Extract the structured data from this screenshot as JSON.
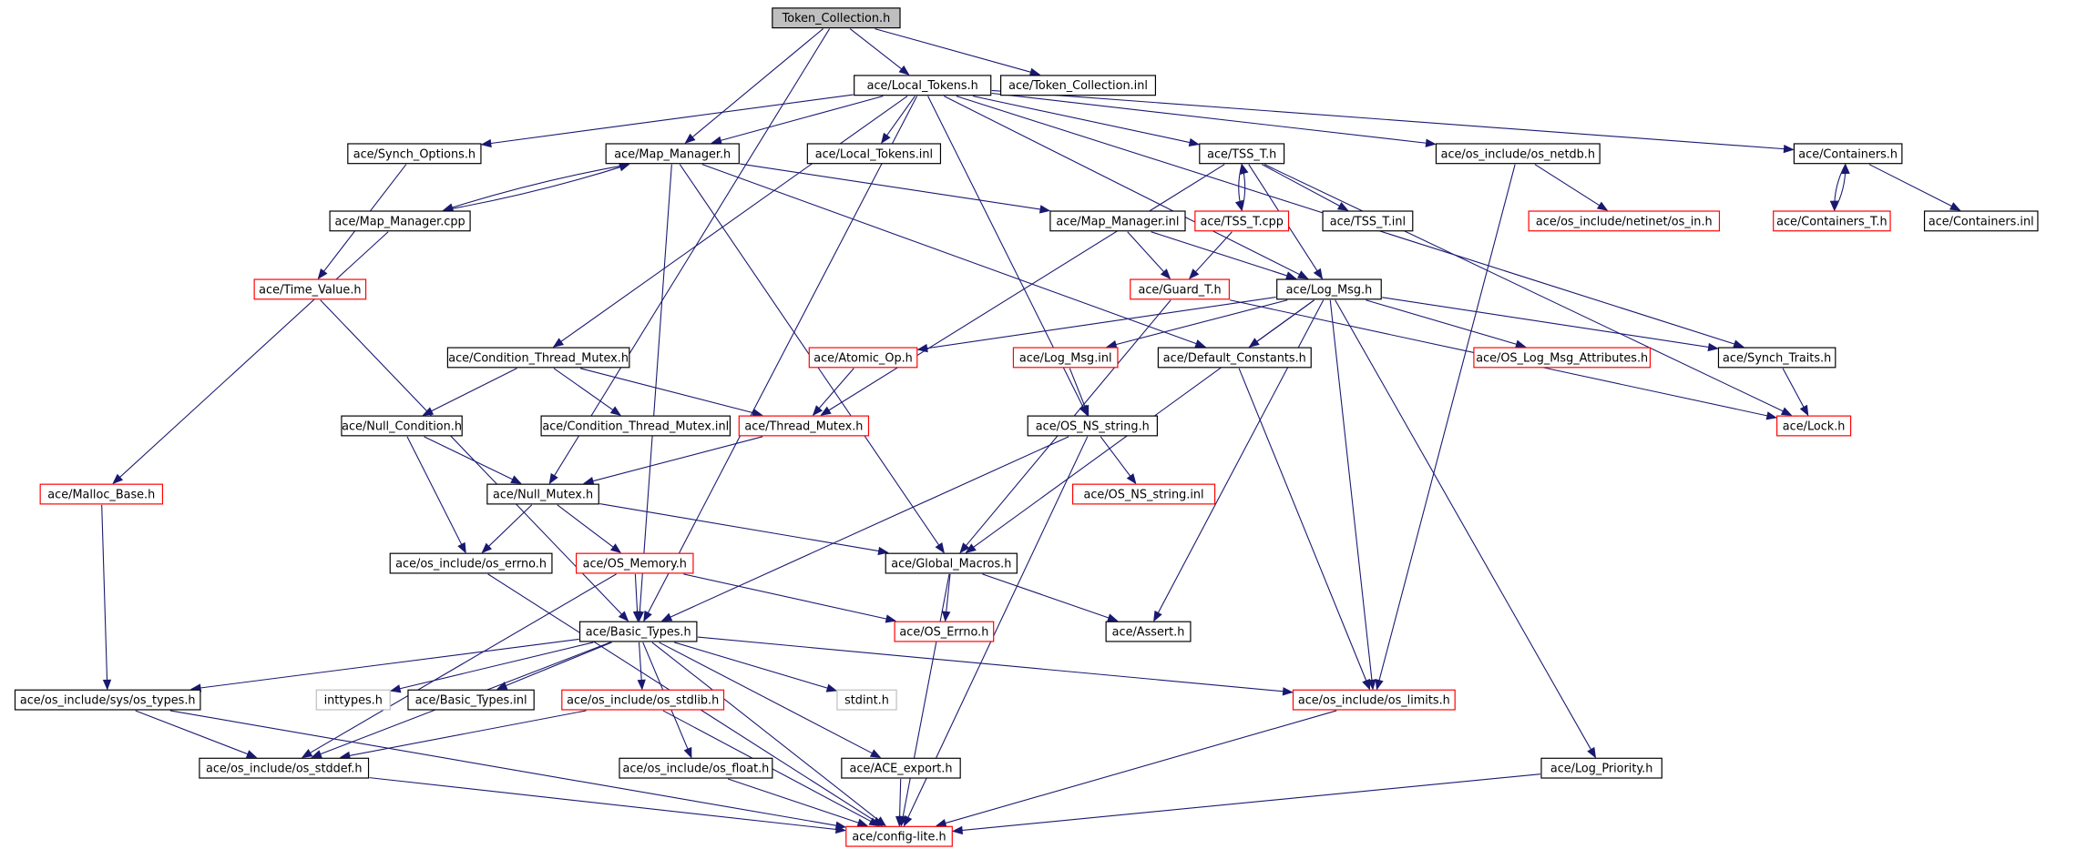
{
  "diagram": {
    "title": "Token_Collection.h",
    "colors": {
      "edge": "#191970",
      "border_documented": "#000000",
      "border_undocumented": "#ff0000",
      "border_external": "#bfbfbf",
      "root_fill": "#bfbfbf"
    },
    "nodes": [
      {
        "id": "token_collection_h",
        "label": "Token_Collection.h",
        "style": "root"
      },
      {
        "id": "local_tokens_h",
        "label": "ace/Local_Tokens.h",
        "style": "black"
      },
      {
        "id": "token_collection_inl",
        "label": "ace/Token_Collection.inl",
        "style": "black"
      },
      {
        "id": "synch_options_h",
        "label": "ace/Synch_Options.h",
        "style": "black"
      },
      {
        "id": "map_manager_h",
        "label": "ace/Map_Manager.h",
        "style": "black"
      },
      {
        "id": "local_tokens_inl",
        "label": "ace/Local_Tokens.inl",
        "style": "black"
      },
      {
        "id": "tss_t_h",
        "label": "ace/TSS_T.h",
        "style": "black"
      },
      {
        "id": "os_netdb_h",
        "label": "ace/os_include/os_netdb.h",
        "style": "black"
      },
      {
        "id": "containers_h",
        "label": "ace/Containers.h",
        "style": "black"
      },
      {
        "id": "map_manager_cpp",
        "label": "ace/Map_Manager.cpp",
        "style": "black"
      },
      {
        "id": "map_manager_inl",
        "label": "ace/Map_Manager.inl",
        "style": "black"
      },
      {
        "id": "tss_t_cpp",
        "label": "ace/TSS_T.cpp",
        "style": "red"
      },
      {
        "id": "tss_t_inl",
        "label": "ace/TSS_T.inl",
        "style": "black"
      },
      {
        "id": "os_in_h",
        "label": "ace/os_include/netinet/os_in.h",
        "style": "red"
      },
      {
        "id": "containers_t_h",
        "label": "ace/Containers_T.h",
        "style": "red"
      },
      {
        "id": "containers_inl",
        "label": "ace/Containers.inl",
        "style": "black"
      },
      {
        "id": "time_value_h",
        "label": "ace/Time_Value.h",
        "style": "red"
      },
      {
        "id": "guard_t_h",
        "label": "ace/Guard_T.h",
        "style": "red"
      },
      {
        "id": "log_msg_h",
        "label": "ace/Log_Msg.h",
        "style": "black"
      },
      {
        "id": "cond_thread_mutex_h",
        "label": "ace/Condition_Thread_Mutex.h",
        "style": "black"
      },
      {
        "id": "atomic_op_h",
        "label": "ace/Atomic_Op.h",
        "style": "red"
      },
      {
        "id": "log_msg_inl",
        "label": "ace/Log_Msg.inl",
        "style": "red"
      },
      {
        "id": "default_constants_h",
        "label": "ace/Default_Constants.h",
        "style": "black"
      },
      {
        "id": "os_log_msg_attributes_h",
        "label": "ace/OS_Log_Msg_Attributes.h",
        "style": "red"
      },
      {
        "id": "synch_traits_h",
        "label": "ace/Synch_Traits.h",
        "style": "black"
      },
      {
        "id": "null_condition_h",
        "label": "ace/Null_Condition.h",
        "style": "black"
      },
      {
        "id": "cond_thread_mutex_inl",
        "label": "ace/Condition_Thread_Mutex.inl",
        "style": "black"
      },
      {
        "id": "thread_mutex_h",
        "label": "ace/Thread_Mutex.h",
        "style": "red"
      },
      {
        "id": "os_ns_string_h",
        "label": "ace/OS_NS_string.h",
        "style": "black"
      },
      {
        "id": "lock_h",
        "label": "ace/Lock.h",
        "style": "red"
      },
      {
        "id": "malloc_base_h",
        "label": "ace/Malloc_Base.h",
        "style": "red"
      },
      {
        "id": "null_mutex_h",
        "label": "ace/Null_Mutex.h",
        "style": "black"
      },
      {
        "id": "os_ns_string_inl",
        "label": "ace/OS_NS_string.inl",
        "style": "red"
      },
      {
        "id": "os_errno_h",
        "label": "ace/os_include/os_errno.h",
        "style": "black"
      },
      {
        "id": "os_memory_h",
        "label": "ace/OS_Memory.h",
        "style": "red"
      },
      {
        "id": "global_macros_h",
        "label": "ace/Global_Macros.h",
        "style": "black"
      },
      {
        "id": "basic_types_h",
        "label": "ace/Basic_Types.h",
        "style": "black"
      },
      {
        "id": "os_errno_ace_h",
        "label": "ace/OS_Errno.h",
        "style": "red"
      },
      {
        "id": "assert_h",
        "label": "ace/Assert.h",
        "style": "black"
      },
      {
        "id": "os_types_h",
        "label": "ace/os_include/sys/os_types.h",
        "style": "black"
      },
      {
        "id": "inttypes_h",
        "label": "inttypes.h",
        "style": "gray"
      },
      {
        "id": "basic_types_inl",
        "label": "ace/Basic_Types.inl",
        "style": "black"
      },
      {
        "id": "os_stdlib_h",
        "label": "ace/os_include/os_stdlib.h",
        "style": "red"
      },
      {
        "id": "stdint_h",
        "label": "stdint.h",
        "style": "gray"
      },
      {
        "id": "os_limits_h",
        "label": "ace/os_include/os_limits.h",
        "style": "red"
      },
      {
        "id": "os_stddef_h",
        "label": "ace/os_include/os_stddef.h",
        "style": "black"
      },
      {
        "id": "os_float_h",
        "label": "ace/os_include/os_float.h",
        "style": "black"
      },
      {
        "id": "ace_export_h",
        "label": "ace/ACE_export.h",
        "style": "black"
      },
      {
        "id": "log_priority_h",
        "label": "ace/Log_Priority.h",
        "style": "black"
      },
      {
        "id": "config_lite_h",
        "label": "ace/config-lite.h",
        "style": "red"
      }
    ],
    "edges": [
      [
        "token_collection_h",
        "local_tokens_h"
      ],
      [
        "token_collection_h",
        "token_collection_inl"
      ],
      [
        "token_collection_h",
        "map_manager_h"
      ],
      [
        "token_collection_h",
        "null_mutex_h"
      ],
      [
        "local_tokens_h",
        "synch_options_h"
      ],
      [
        "local_tokens_h",
        "map_manager_h"
      ],
      [
        "local_tokens_h",
        "local_tokens_inl"
      ],
      [
        "local_tokens_h",
        "tss_t_h"
      ],
      [
        "local_tokens_h",
        "os_netdb_h"
      ],
      [
        "local_tokens_h",
        "containers_h"
      ],
      [
        "local_tokens_h",
        "log_msg_h"
      ],
      [
        "local_tokens_h",
        "cond_thread_mutex_h"
      ],
      [
        "local_tokens_h",
        "os_ns_string_h"
      ],
      [
        "local_tokens_h",
        "synch_traits_h"
      ],
      [
        "local_tokens_h",
        "basic_types_h"
      ],
      [
        "synch_options_h",
        "time_value_h"
      ],
      [
        "map_manager_h",
        "map_manager_cpp"
      ],
      [
        "map_manager_cpp",
        "map_manager_h"
      ],
      [
        "map_manager_h",
        "map_manager_inl"
      ],
      [
        "map_manager_h",
        "global_macros_h"
      ],
      [
        "map_manager_h",
        "default_constants_h"
      ],
      [
        "map_manager_h",
        "basic_types_h"
      ],
      [
        "map_manager_cpp",
        "malloc_base_h"
      ],
      [
        "map_manager_inl",
        "guard_t_h"
      ],
      [
        "map_manager_inl",
        "log_msg_h"
      ],
      [
        "tss_t_h",
        "tss_t_cpp"
      ],
      [
        "tss_t_cpp",
        "tss_t_h"
      ],
      [
        "tss_t_h",
        "tss_t_inl"
      ],
      [
        "tss_t_h",
        "log_msg_h"
      ],
      [
        "tss_t_h",
        "thread_mutex_h"
      ],
      [
        "tss_t_h",
        "lock_h"
      ],
      [
        "tss_t_cpp",
        "guard_t_h"
      ],
      [
        "os_netdb_h",
        "os_in_h"
      ],
      [
        "os_netdb_h",
        "os_limits_h"
      ],
      [
        "containers_h",
        "containers_t_h"
      ],
      [
        "containers_t_h",
        "containers_h"
      ],
      [
        "containers_h",
        "containers_inl"
      ],
      [
        "time_value_h",
        "basic_types_h"
      ],
      [
        "guard_t_h",
        "global_macros_h"
      ],
      [
        "guard_t_h",
        "lock_h"
      ],
      [
        "log_msg_h",
        "atomic_op_h"
      ],
      [
        "log_msg_h",
        "log_msg_inl"
      ],
      [
        "log_msg_h",
        "default_constants_h"
      ],
      [
        "log_msg_h",
        "os_log_msg_attributes_h"
      ],
      [
        "log_msg_h",
        "synch_traits_h"
      ],
      [
        "log_msg_h",
        "global_macros_h"
      ],
      [
        "log_msg_h",
        "assert_h"
      ],
      [
        "log_msg_h",
        "os_limits_h"
      ],
      [
        "log_msg_h",
        "log_priority_h"
      ],
      [
        "cond_thread_mutex_h",
        "null_condition_h"
      ],
      [
        "cond_thread_mutex_h",
        "cond_thread_mutex_inl"
      ],
      [
        "cond_thread_mutex_h",
        "thread_mutex_h"
      ],
      [
        "atomic_op_h",
        "thread_mutex_h"
      ],
      [
        "log_msg_inl",
        "os_ns_string_h"
      ],
      [
        "default_constants_h",
        "os_limits_h"
      ],
      [
        "synch_traits_h",
        "lock_h"
      ],
      [
        "null_condition_h",
        "null_mutex_h"
      ],
      [
        "null_condition_h",
        "os_errno_h"
      ],
      [
        "thread_mutex_h",
        "null_mutex_h"
      ],
      [
        "os_ns_string_h",
        "os_ns_string_inl"
      ],
      [
        "os_ns_string_h",
        "basic_types_h"
      ],
      [
        "os_ns_string_h",
        "config_lite_h"
      ],
      [
        "malloc_base_h",
        "os_types_h"
      ],
      [
        "null_mutex_h",
        "os_errno_h"
      ],
      [
        "null_mutex_h",
        "os_memory_h"
      ],
      [
        "null_mutex_h",
        "global_macros_h"
      ],
      [
        "os_errno_h",
        "config_lite_h"
      ],
      [
        "os_memory_h",
        "basic_types_h"
      ],
      [
        "os_memory_h",
        "os_errno_ace_h"
      ],
      [
        "os_memory_h",
        "os_stddef_h"
      ],
      [
        "global_macros_h",
        "os_errno_ace_h"
      ],
      [
        "global_macros_h",
        "assert_h"
      ],
      [
        "global_macros_h",
        "config_lite_h"
      ],
      [
        "basic_types_h",
        "os_types_h"
      ],
      [
        "basic_types_h",
        "inttypes_h"
      ],
      [
        "basic_types_h",
        "basic_types_inl"
      ],
      [
        "basic_types_h",
        "os_stdlib_h"
      ],
      [
        "basic_types_h",
        "stdint_h"
      ],
      [
        "basic_types_h",
        "os_limits_h"
      ],
      [
        "basic_types_h",
        "os_stddef_h"
      ],
      [
        "basic_types_h",
        "os_float_h"
      ],
      [
        "basic_types_h",
        "ace_export_h"
      ],
      [
        "basic_types_h",
        "config_lite_h"
      ],
      [
        "os_types_h",
        "os_stddef_h"
      ],
      [
        "os_types_h",
        "config_lite_h"
      ],
      [
        "os_stdlib_h",
        "os_stddef_h"
      ],
      [
        "os_stdlib_h",
        "config_lite_h"
      ],
      [
        "os_limits_h",
        "config_lite_h"
      ],
      [
        "os_stddef_h",
        "config_lite_h"
      ],
      [
        "os_float_h",
        "config_lite_h"
      ],
      [
        "ace_export_h",
        "config_lite_h"
      ],
      [
        "log_priority_h",
        "config_lite_h"
      ]
    ]
  }
}
